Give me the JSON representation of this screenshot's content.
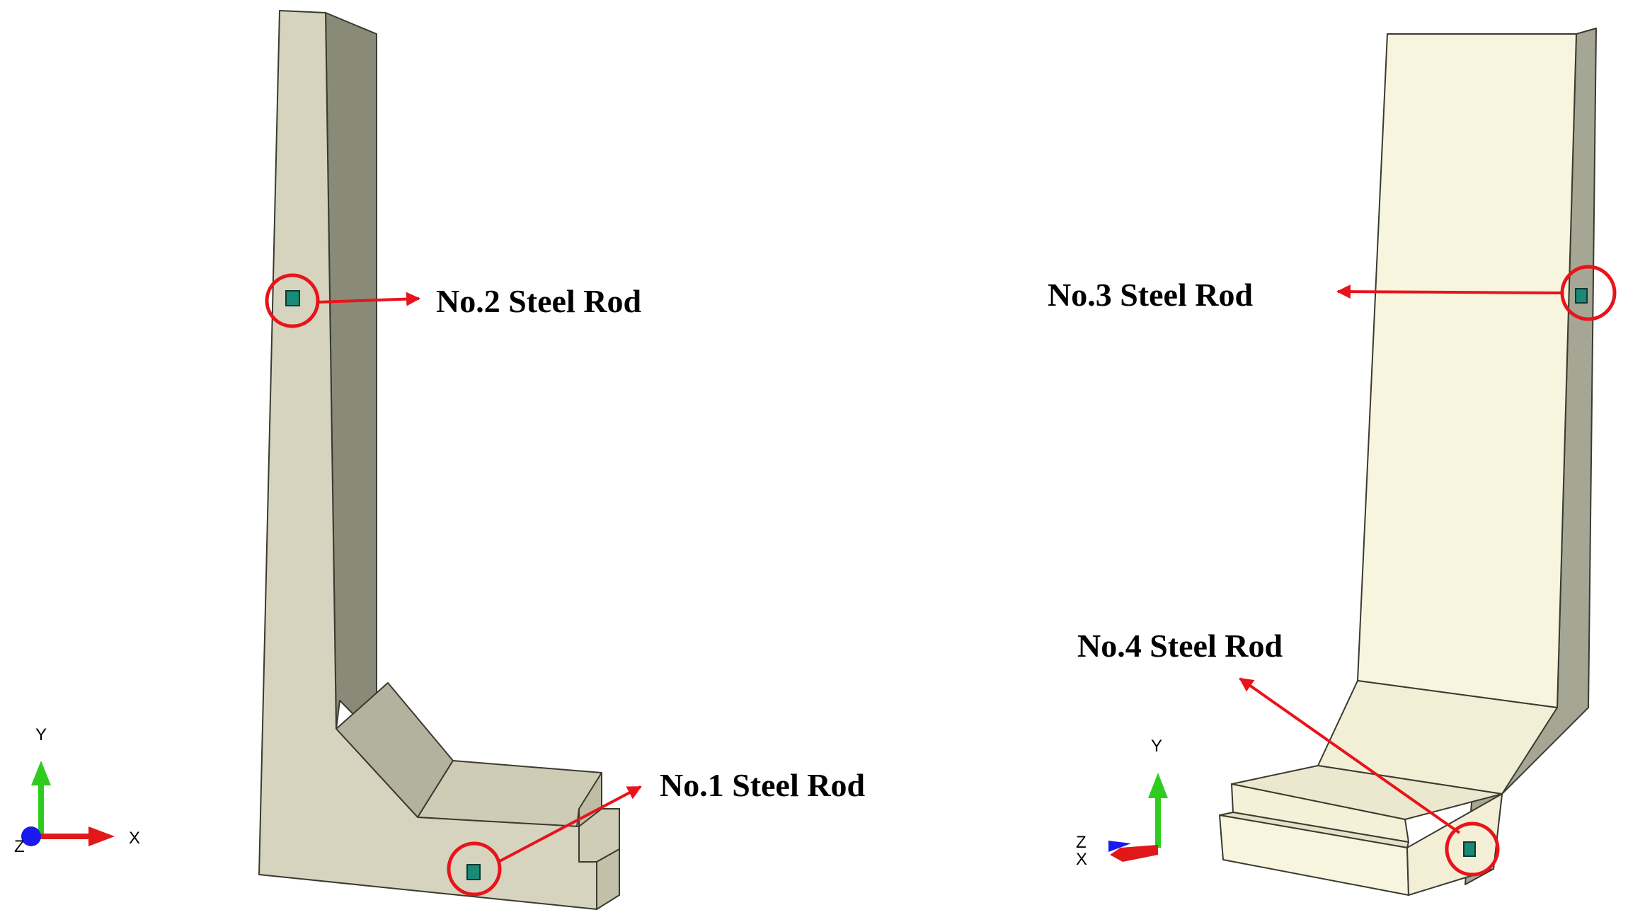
{
  "left_view": {
    "triad": {
      "y_label": "Y",
      "x_label": "X",
      "z_label": "Z"
    },
    "callouts": [
      {
        "label": "No.2 Steel Rod"
      },
      {
        "label": "No.1 Steel Rod"
      }
    ]
  },
  "right_view": {
    "triad": {
      "y_label": "Y",
      "z_label": "Z",
      "x_label": "X"
    },
    "callouts": [
      {
        "label": "No.3 Steel Rod"
      },
      {
        "label": "No.4 Steel Rod"
      }
    ]
  },
  "colors": {
    "face_front": "#d6d4be",
    "face_side_dark": "#8a8a78",
    "face_slope": "#b2b29e",
    "face_top": "#cfccb6",
    "face_light": "#f7f5dd",
    "face_light_side": "#a6a694",
    "rod": "#1a8a78",
    "callout_red": "#e8131b",
    "axis_y": "#2ecc1e",
    "axis_x": "#e01818",
    "axis_z": "#1a1aee"
  }
}
